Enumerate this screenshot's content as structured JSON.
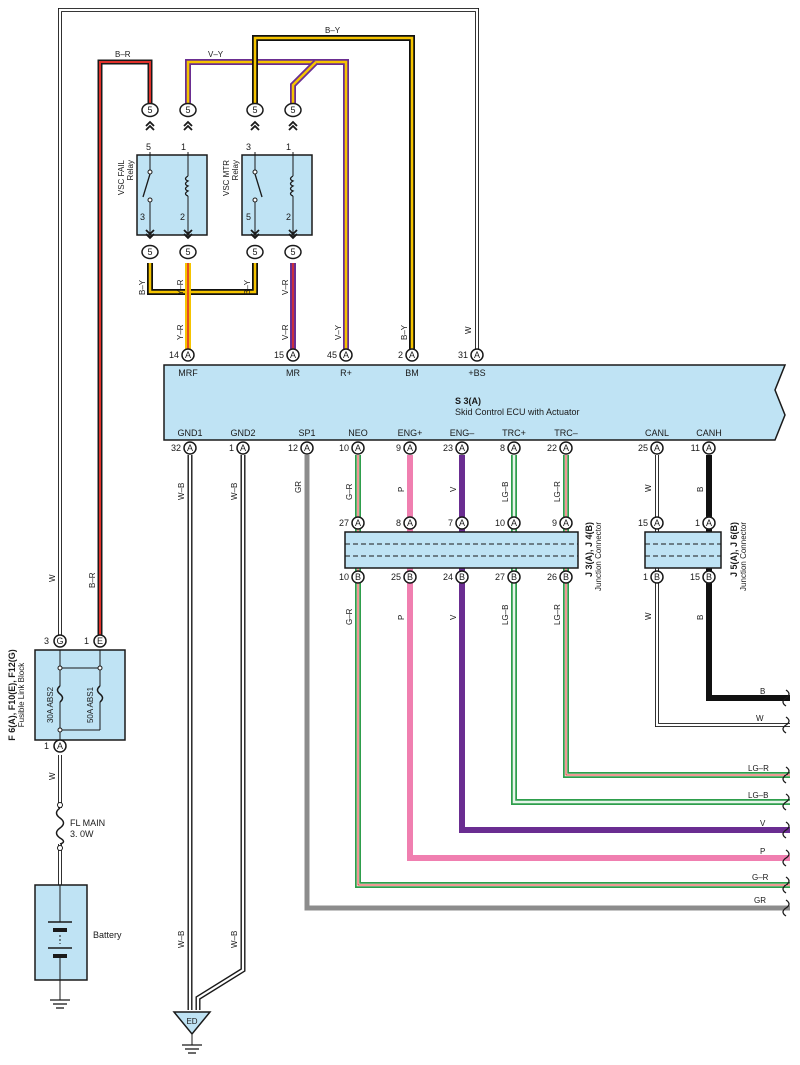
{
  "ecu": {
    "code": "S 3(A)",
    "name": "Skid Control ECU with Actuator",
    "top_pins": [
      {
        "num": "14",
        "conn": "A",
        "name": "MRF",
        "wire": "Y–R"
      },
      {
        "num": "15",
        "conn": "A",
        "name": "MR",
        "wire": "V–R"
      },
      {
        "num": "45",
        "conn": "A",
        "name": "R+",
        "wire": "V–Y"
      },
      {
        "num": "2",
        "conn": "A",
        "name": "BM",
        "wire": "B–Y"
      },
      {
        "num": "31",
        "conn": "A",
        "name": "+BS",
        "wire": "W"
      }
    ],
    "bottom_pins": [
      {
        "num": "32",
        "conn": "A",
        "name": "GND1",
        "wire": "W–B"
      },
      {
        "num": "1",
        "conn": "A",
        "name": "GND2",
        "wire": "W–B"
      },
      {
        "num": "12",
        "conn": "A",
        "name": "SP1",
        "wire": "GR"
      },
      {
        "num": "10",
        "conn": "A",
        "name": "NEO",
        "wire": "G–R"
      },
      {
        "num": "9",
        "conn": "A",
        "name": "ENG+",
        "wire": "P"
      },
      {
        "num": "23",
        "conn": "A",
        "name": "ENG–",
        "wire": "V"
      },
      {
        "num": "8",
        "conn": "A",
        "name": "TRC+",
        "wire": "LG–B"
      },
      {
        "num": "22",
        "conn": "A",
        "name": "TRC–",
        "wire": "LG–R"
      },
      {
        "num": "25",
        "conn": "A",
        "name": "CANL",
        "wire": "W"
      },
      {
        "num": "11",
        "conn": "A",
        "name": "CANH",
        "wire": "B"
      }
    ]
  },
  "relays": {
    "fail": {
      "name": "VSC FAIL",
      "type": "Relay",
      "pins": {
        "p5": "5",
        "p1": "1",
        "p3": "3",
        "p2": "2"
      }
    },
    "mtr": {
      "name": "VSC MTR",
      "type": "Relay",
      "pins": {
        "p3": "3",
        "p1": "1",
        "p5": "5",
        "p2": "2"
      }
    },
    "connector_label": "5"
  },
  "top_wires": {
    "br": "B–R",
    "vy": "V–Y",
    "by": "B–Y"
  },
  "relay_wires": {
    "by_left": "B–Y",
    "yr": "Y–R",
    "by_right": "B–Y",
    "vr": "V–R"
  },
  "junction1": {
    "code": "J 3(A), J 4(B)",
    "name": "Junction Connector",
    "top_pins": [
      {
        "num": "27",
        "conn": "A"
      },
      {
        "num": "8",
        "conn": "A"
      },
      {
        "num": "7",
        "conn": "A"
      },
      {
        "num": "10",
        "conn": "A"
      },
      {
        "num": "9",
        "conn": "A"
      }
    ],
    "bottom_pins": [
      {
        "num": "10",
        "conn": "B",
        "wire": "G–R"
      },
      {
        "num": "25",
        "conn": "B",
        "wire": "P"
      },
      {
        "num": "24",
        "conn": "B",
        "wire": "V"
      },
      {
        "num": "27",
        "conn": "B",
        "wire": "LG–B"
      },
      {
        "num": "26",
        "conn": "B",
        "wire": "LG–R"
      }
    ]
  },
  "junction2": {
    "code": "J 5(A), J 6(B)",
    "name": "Junction Connector",
    "top_pins": [
      {
        "num": "15",
        "conn": "A"
      },
      {
        "num": "1",
        "conn": "A"
      }
    ],
    "bottom_pins": [
      {
        "num": "1",
        "conn": "B",
        "wire": "W"
      },
      {
        "num": "15",
        "conn": "B",
        "wire": "B"
      }
    ]
  },
  "fusible": {
    "code": "F 6(A), F10(E), F12(G)",
    "name": "Fusible Link Block",
    "fuse_left": "30A ABS2",
    "fuse_right": "50A ABS1",
    "pin_g": {
      "num": "3",
      "conn": "G",
      "wire": "W"
    },
    "pin_e": {
      "num": "1",
      "conn": "E",
      "wire": "B–R"
    },
    "pin_a": {
      "num": "1",
      "conn": "A",
      "wire": "W"
    }
  },
  "fl_main": {
    "name": "FL MAIN",
    "rating": "3. 0W"
  },
  "battery": {
    "name": "Battery"
  },
  "ground": {
    "label": "ED",
    "wire_left": "W–B",
    "wire_right": "W–B"
  },
  "bus_wires": [
    "B",
    "W",
    "LG–R",
    "LG–B",
    "V",
    "P",
    "G–R",
    "GR"
  ],
  "colors": {
    "ecu_fill": "#bfe3f4",
    "outline": "#1a1a1a",
    "B": "#111111",
    "W": "#ffffff",
    "R": "#e0302a",
    "Y": "#f5c400",
    "V": "#6a2d91",
    "P": "#f07fb0",
    "G": "#2e9e4c",
    "LG": "#8fd3a0",
    "GR": "#8c8c8c"
  }
}
